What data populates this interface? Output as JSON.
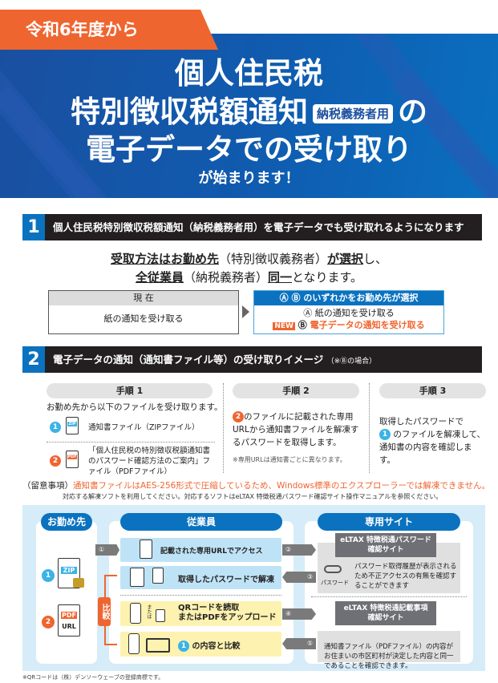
{
  "header": {
    "year_tab": "令和6年度から",
    "title_line1": "個人住民税",
    "title_line2": "特別徴収税額通知",
    "badge": "納税義務者用",
    "title_line2_suffix": "の",
    "title_line3": "電子データでの受け取り",
    "subtitle": "が始まります！"
  },
  "section1": {
    "number": "1",
    "title": "個人住民税特別徴収税額通知（納税義務者用）を電子データでも受け取れるようになります",
    "lead": {
      "l1_u1": "受取方法はお勤め先",
      "l1_p1": "（特別徴収義務者）",
      "l1_u2": "が選択",
      "l1_p2": "し、",
      "l2_u1": "全従業員",
      "l2_p1": "（納税義務者）",
      "l2_u2": "同一",
      "l2_p2": "となります。"
    },
    "current": {
      "header": "現 在",
      "body": "紙の通知を受け取る"
    },
    "choice": {
      "header": "Ⓐ Ⓑ のいずれかをお勤め先が選択",
      "option_a": "Ⓐ 紙の通知を受け取る",
      "new_badge": "NEW",
      "option_b_mark": "Ⓑ",
      "option_b": "電子データの通知を受け取る"
    }
  },
  "section2": {
    "number": "2",
    "title": "電子データの通知（通知書ファイル等）の受け取りイメージ",
    "title_note": "（※Ⓑの場合）",
    "steps": [
      {
        "label": "手順 1",
        "text": "お勤め先から以下のファイルを受け取ります。",
        "files": [
          {
            "num": "1",
            "icon": "zip-file-lock-icon",
            "tag": "ZIP",
            "text": "通知書ファイル（ZIPファイル）"
          },
          {
            "num": "2",
            "icon": "pdf-url-file-icon",
            "tag": "PDF",
            "tag2": "URL",
            "text": "「個人住民税の特別徴収税額通知書のパスワード確認方法のご案内」ファイル（PDFファイル）"
          }
        ]
      },
      {
        "label": "手順 2",
        "num": "2",
        "text": "のファイルに記載された専用URLから通知書ファイルを解凍するパスワードを取得します。",
        "note": "※専用URLは通知書ごとに異なります。"
      },
      {
        "label": "手順 3",
        "text_a": "取得したパスワードで",
        "num": "1",
        "text_b": "のファイルを解凍して、通知書の内容を確認します。"
      }
    ]
  },
  "notice": {
    "prefix": "（留意事項）",
    "warning": "通知書ファイルはAES-256形式で圧縮しているため、Windows標準のエクスプローラーでは解凍できません。",
    "detail": "対応する解凍ソフトを利用してください。対応するソフトはeLTAX 特徴税通パスワード確認サイト操作マニュアルを参照ください。"
  },
  "diagram": {
    "col_employer": "お勤め先",
    "col_employee": "従業員",
    "col_site": "専用サイト",
    "employer_files": [
      {
        "num": "1",
        "tag": "ZIP"
      },
      {
        "num": "2",
        "tag": "PDF",
        "tag2": "URL"
      }
    ],
    "compare_label": "比較",
    "rows": [
      {
        "text": "記載された専用URLでアクセス"
      },
      {
        "text": "取得したパスワードで解凍"
      },
      {
        "text": "QRコードを読取\nまたはPDFをアップロード",
        "or": "または"
      },
      {
        "num": "1",
        "text": "の内容と比較"
      }
    ],
    "arrows": [
      "①",
      "②",
      "③",
      "④",
      "⑤"
    ],
    "site1": {
      "title": "eLTAX 特徴税通パスワード\n確認サイト",
      "key_label": "パスワード",
      "text": "パスワード取得履歴が表示されるため不正アクセスの有無を確認することができます"
    },
    "site2": {
      "title": "eLTAX 特徴税通記載事項\n確認サイト",
      "text": "通知書ファイル（PDFファイル）の内容がお住まいの市区町村が決定した内容と同一であることを確認できます。"
    }
  },
  "footer_note": "※QRコードは（株）デンソーウェーブの登録商標です。",
  "colors": {
    "brand_blue": "#0b72bf",
    "accent_orange": "#ef6530",
    "dark_bar": "#231f20",
    "light_blue_bg": "#d6ecf8"
  }
}
